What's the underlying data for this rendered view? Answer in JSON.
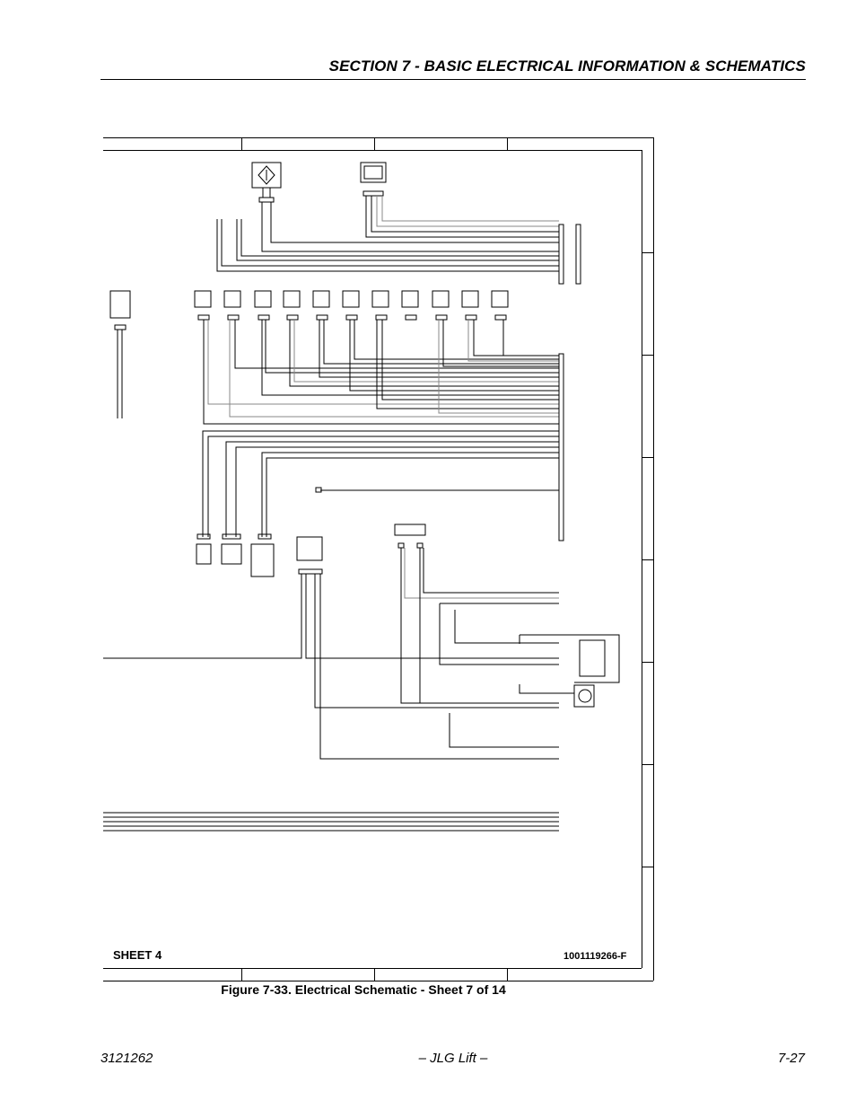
{
  "header": {
    "section_title": "SECTION 7 - BASIC ELECTRICAL INFORMATION & SCHEMATICS"
  },
  "schematic": {
    "sheet_label": "SHEET 4",
    "drawing_number": "1001119266-F"
  },
  "figure": {
    "caption": "Figure 7-33.  Electrical Schematic - Sheet 7 of 14"
  },
  "footer": {
    "document_number": "3121262",
    "publisher": "– JLG Lift –",
    "page_number": "7-27"
  }
}
